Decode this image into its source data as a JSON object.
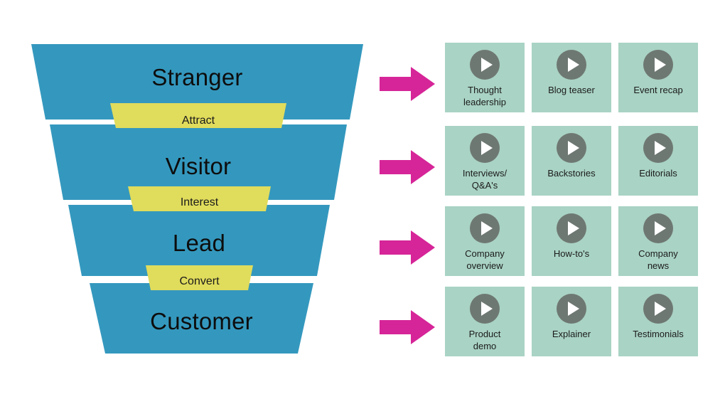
{
  "diagram": {
    "title": "Marketing funnel with video content types",
    "colors": {
      "funnel_blue": "#3498be",
      "band_yellow": "#e0dc5c",
      "arrow_magenta": "#d62598",
      "card_green": "#a9d3c4",
      "play_gray": "#6e7873",
      "play_triangle": "#ffffff",
      "background": "#ffffff",
      "text": "#111111"
    },
    "funnel": {
      "stages": [
        {
          "label": "Stranger"
        },
        {
          "label": "Visitor"
        },
        {
          "label": "Lead"
        },
        {
          "label": "Customer"
        }
      ],
      "bands": [
        {
          "label": "Attract"
        },
        {
          "label": "Interest"
        },
        {
          "label": "Convert"
        }
      ]
    },
    "arrows": [
      {
        "name": "arrow-row-1"
      },
      {
        "name": "arrow-row-2"
      },
      {
        "name": "arrow-row-3"
      },
      {
        "name": "arrow-row-4"
      }
    ],
    "cards": {
      "icon": "play-icon",
      "rows": [
        {
          "stage": "Stranger",
          "items": [
            {
              "label": "Thought\nleadership"
            },
            {
              "label": "Blog teaser"
            },
            {
              "label": "Event recap"
            }
          ]
        },
        {
          "stage": "Visitor",
          "items": [
            {
              "label": "Interviews/\nQ&A's"
            },
            {
              "label": "Backstories"
            },
            {
              "label": "Editorials"
            }
          ]
        },
        {
          "stage": "Lead",
          "items": [
            {
              "label": "Company\noverview"
            },
            {
              "label": "How-to's"
            },
            {
              "label": "Company\nnews"
            }
          ]
        },
        {
          "stage": "Customer",
          "items": [
            {
              "label": "Product\ndemo"
            },
            {
              "label": "Explainer"
            },
            {
              "label": "Testimonials"
            }
          ]
        }
      ]
    }
  }
}
